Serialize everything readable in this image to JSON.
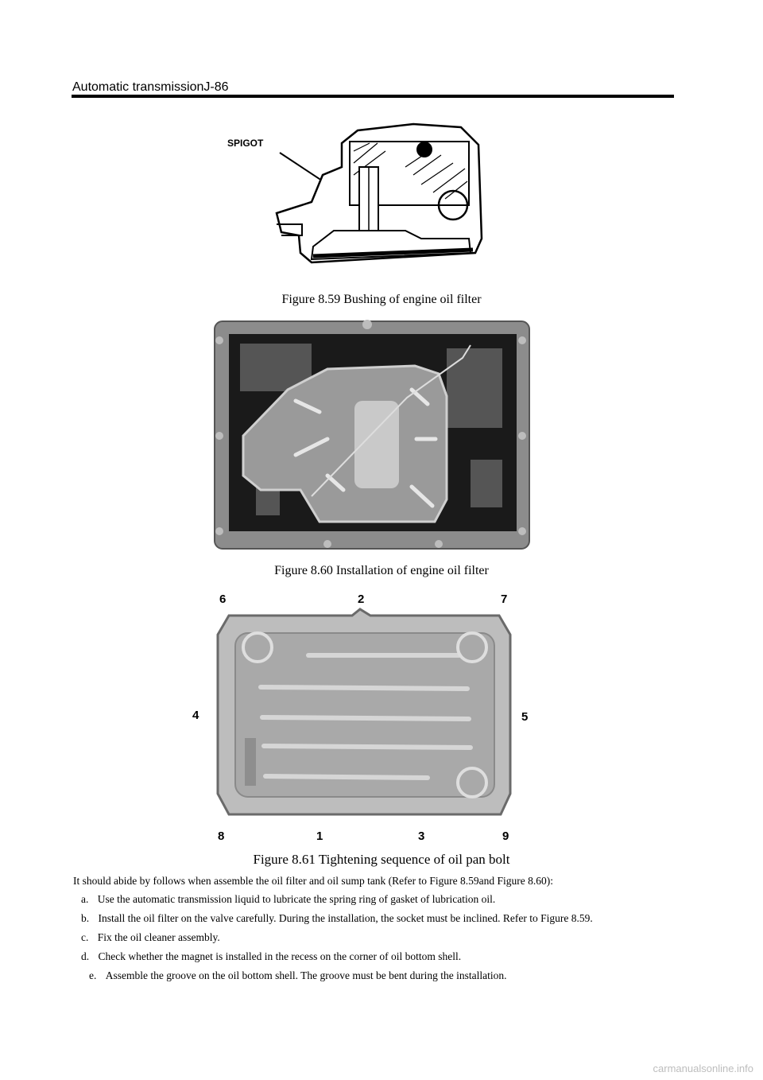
{
  "header": {
    "title": "Automatic transmissionJ-86"
  },
  "figures": [
    {
      "label": "SPIGOT",
      "caption": "Figure 8.59  Bushing of engine oil filter"
    },
    {
      "caption": "Figure 8.60  Installation of engine oil filter"
    },
    {
      "caption": "Figure 8.61  Tightening sequence of oil pan bolt",
      "bolts": [
        "1",
        "2",
        "3",
        "4",
        "5",
        "6",
        "7",
        "8",
        "9"
      ]
    }
  ],
  "body": {
    "intro": "It should abide by follows when assemble the oil filter and oil sump tank (Refer to Figure 8.59and Figure 8.60):",
    "steps": [
      {
        "marker": "a.",
        "text": "Use the automatic transmission liquid to lubricate the spring ring of gasket of lubrication oil."
      },
      {
        "marker": "b.",
        "text": "Install the oil filter on the valve carefully. During the installation, the socket must be inclined. Refer to Figure 8.59."
      },
      {
        "marker": "c.",
        "text": "Fix the oil cleaner assembly."
      },
      {
        "marker": "d.",
        "text": "Check whether the magnet is installed in the recess on the corner of oil bottom shell."
      },
      {
        "marker": "e.",
        "text": "Assemble the groove on the oil bottom shell. The groove must be bent during the installation."
      }
    ]
  },
  "footer": {
    "watermark": "carmanualsonline.info"
  }
}
